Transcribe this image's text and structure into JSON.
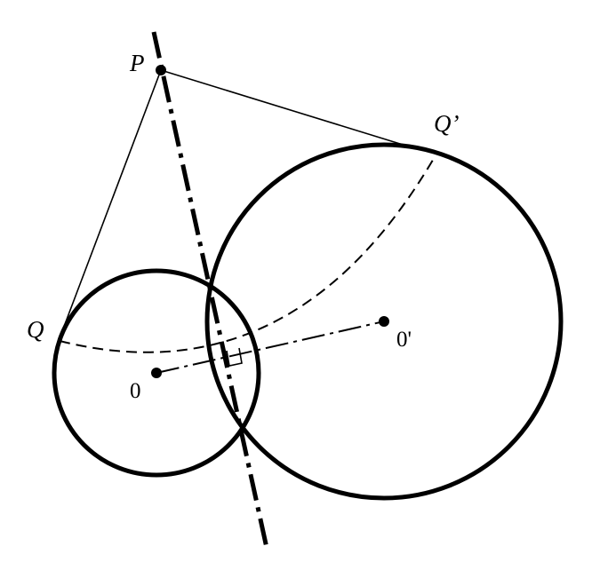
{
  "labels": {
    "P": "P",
    "Q": "Q",
    "Q_prime": "Q’",
    "O": "0",
    "O_prime": "0'"
  },
  "colors": {
    "ink": "#000000",
    "background": "#ffffff"
  }
}
